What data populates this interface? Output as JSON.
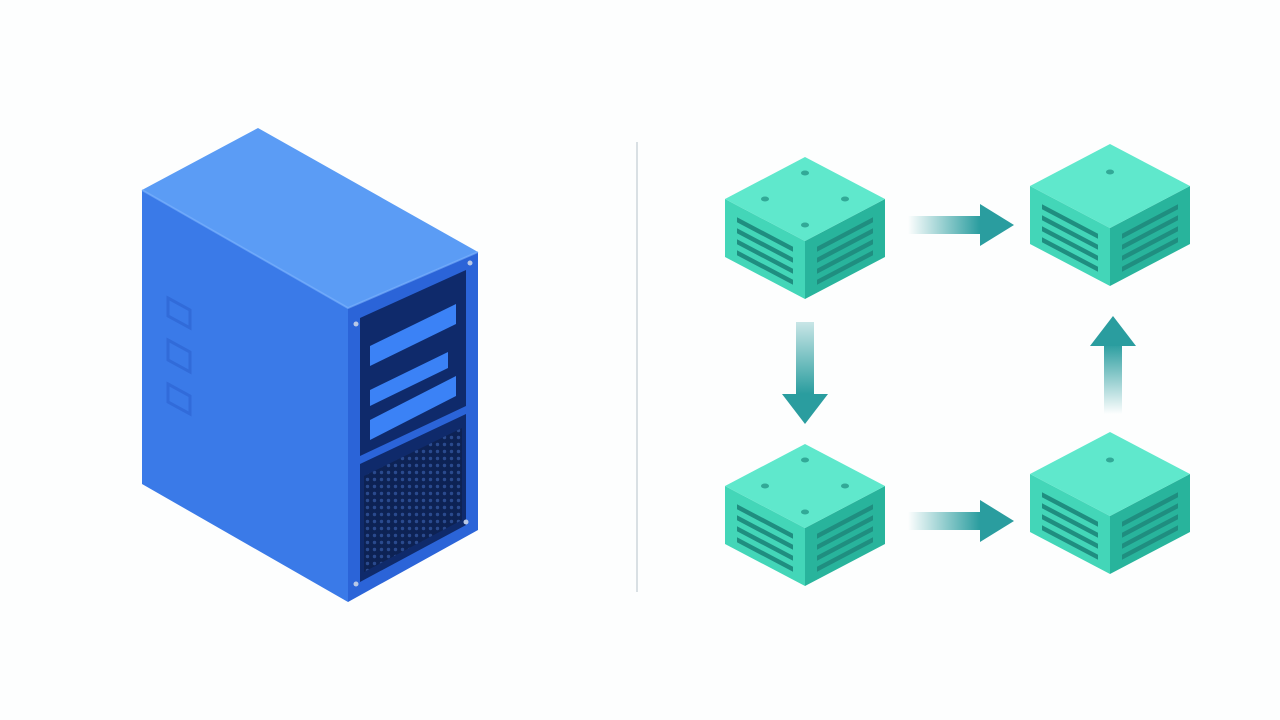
{
  "colors": {
    "background": "#fdfefe",
    "tower_top": "#5b9cf5",
    "tower_front": "#3a7ae8",
    "tower_side": "#2b64d8",
    "tower_panel": "#0f2a6b",
    "tower_bar": "#3b82f6",
    "divider": "#d9e0e4",
    "node_top": "#5fe8cc",
    "node_left": "#43d6b8",
    "node_right": "#28b49c",
    "node_vent": "#1f8e80",
    "arrow": "#2a9d9f"
  },
  "diagram": {
    "left_object": "server-tower",
    "right_object": "node-cluster",
    "nodes": [
      "node-top-left",
      "node-top-right",
      "node-bottom-right",
      "node-bottom-left"
    ],
    "edges": [
      {
        "from": "node-top-left",
        "to": "node-top-right"
      },
      {
        "from": "node-top-left",
        "to": "node-bottom-left"
      },
      {
        "from": "node-bottom-left",
        "to": "node-bottom-right"
      },
      {
        "from": "node-bottom-right",
        "to": "node-top-right"
      }
    ]
  }
}
